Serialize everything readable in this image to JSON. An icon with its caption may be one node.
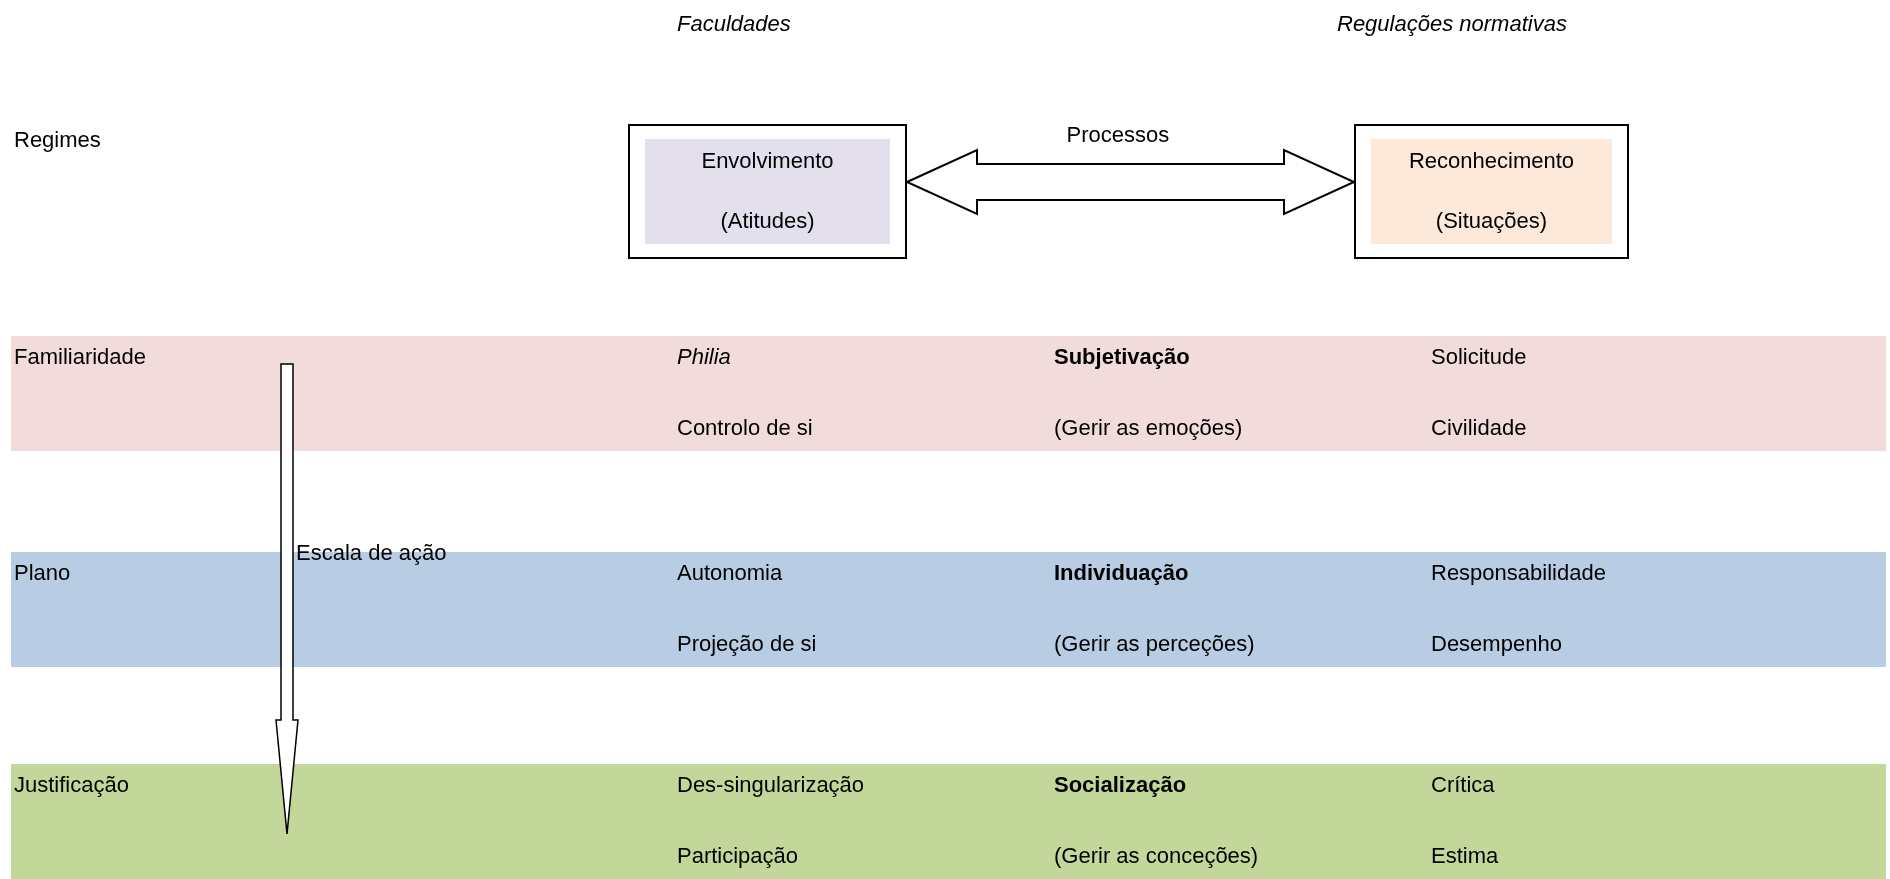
{
  "diagram": {
    "nodes": [
      {
        "text": [
          "Envolvimento",
          "(Atitudes)"
        ]
      },
      {
        "text": [
          "Reconhecimento",
          "(Situações)"
        ]
      },
      {
        "text": [
          "Familiaridade",
          "Philia",
          "Subjetivação",
          "Solicitude",
          "Controlo de si",
          "(Gerir as emoções)",
          "Civilidade"
        ]
      },
      {
        "text": [
          "Plano",
          "Autonomia",
          "Individuação",
          "Responsabilidade",
          "Projeção de si",
          "(Gerir as perceções)",
          "Desempenho"
        ]
      },
      {
        "text": [
          "Justificação",
          "Des-singularização",
          "Socialização",
          "Crítica",
          "Participação",
          "(Gerir as conceções)",
          "Estima"
        ]
      }
    ],
    "edges": [
      {
        "from": 0,
        "to": 1,
        "arrow": "both",
        "label": "Processos"
      },
      {
        "from": 2,
        "to": 4,
        "arrow": "to",
        "label": "Escala de ação"
      }
    ],
    "labels": [
      "Faculdades",
      "Regulações normativas",
      "Regimes"
    ]
  }
}
